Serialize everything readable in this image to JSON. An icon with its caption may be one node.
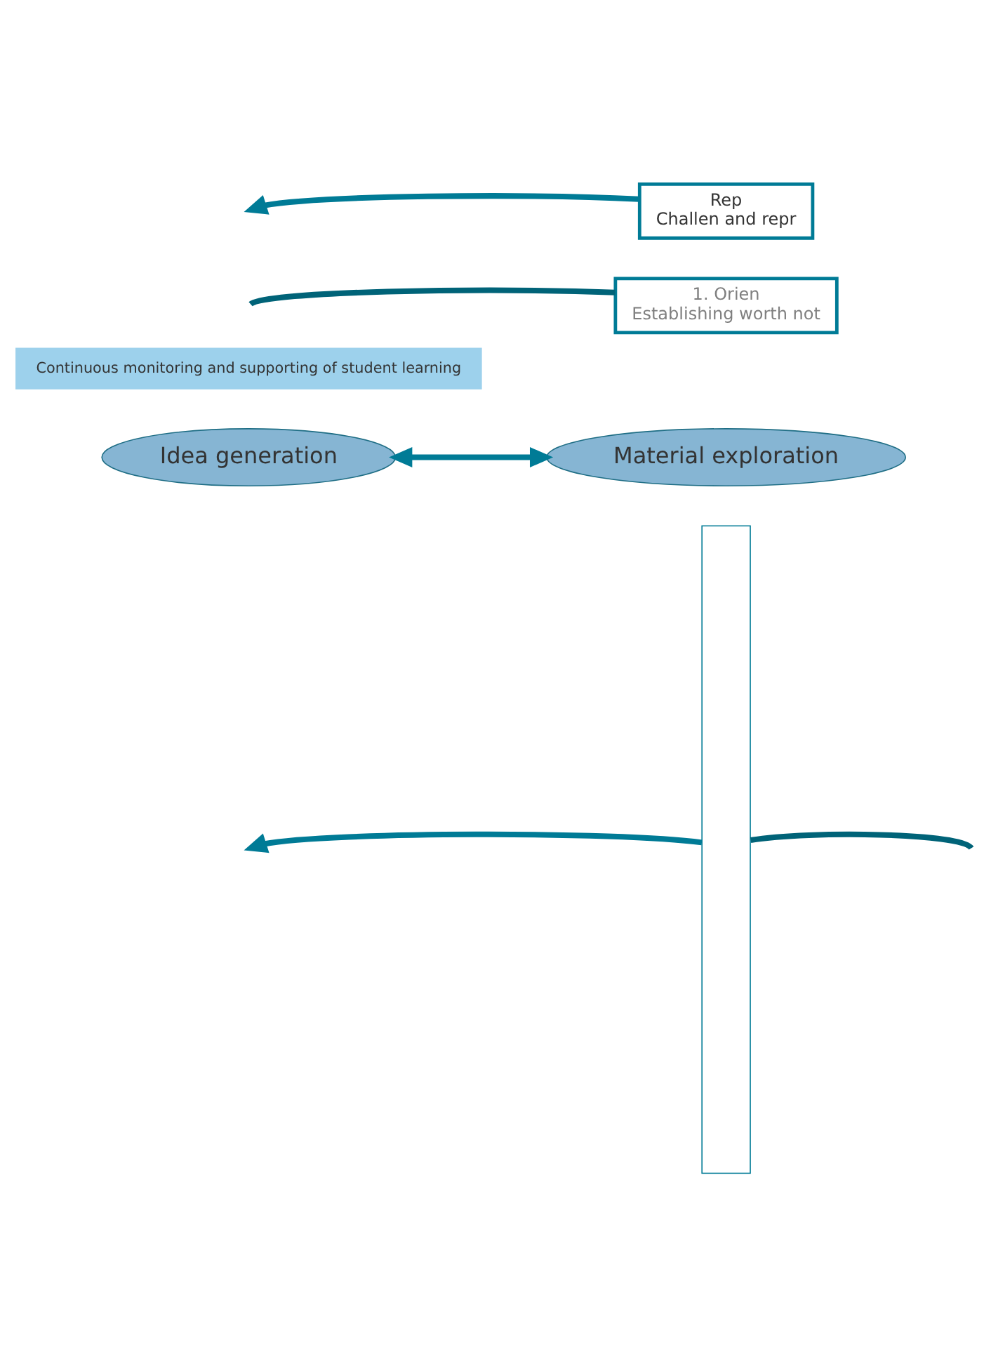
{
  "diagram": {
    "nodes": [
      {
        "text": [],
        "shape": "box"
      },
      {
        "text": [
          "Idea generation"
        ]
      },
      {
        "text": [
          "Material exploration"
        ]
      },
      {
        "text": [
          "Continuous monitoring and supporting of student learning"
        ]
      },
      {
        "text": [
          "1. Orien",
          "Establishing worth not"
        ]
      },
      {
        "text": [
          "Rep",
          "Challen and repr"
        ]
      }
    ],
    "edges": [
      {
        "from": 0,
        "to": null,
        "arrow": "to"
      },
      {
        "from": 4,
        "to": null,
        "arrow": "none",
        "color": "#006378"
      },
      {
        "from": 1,
        "to": 2,
        "arrow": "both"
      },
      {
        "from": 5,
        "to": null,
        "arrow": "to"
      },
      {
        "from": null,
        "to": 0,
        "arrow": "none",
        "color": "#006378"
      }
    ]
  }
}
